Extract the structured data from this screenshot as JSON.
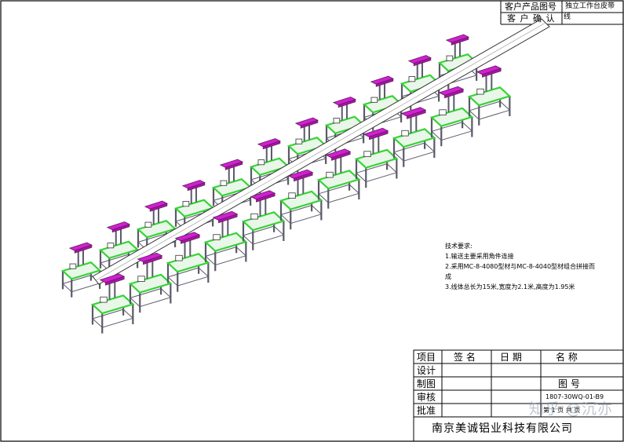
{
  "top_table": {
    "customer_drawing_label": "客户产品图号",
    "product_name": "独立工作台皮带",
    "customer_confirm_label": "客 户 确 认",
    "product_name_cont": "线"
  },
  "notes": {
    "title": "技术要求:",
    "items": [
      "1.输送主要采用角件连接",
      "2.采用MC-8-4080型材与MC-8-4040型材组合拼接而",
      "成",
      "3.线体总长为15米,宽度为2.1米,高度为1.95米"
    ]
  },
  "title_block": {
    "col_item": "项目",
    "col_sign": "签  名",
    "col_date": "日  期",
    "col_name": "名     称",
    "row_design": "设计",
    "row_draw": "制图",
    "row_check": "审核",
    "row_approve": "批准",
    "drawing_no_label": "图     号",
    "drawing_no": "1807-30WQ-01-B9",
    "sheet_no": "第  1  页  共   页",
    "company": "南京美诚铝业科技有限公司"
  },
  "watermark": "知乎 @沉亦",
  "colors": {
    "frame": "#000000",
    "table_top": "#34d334",
    "table_frame": "#5a5a6a",
    "fixture": "#d21fd2",
    "conveyor": "#ffffff"
  }
}
